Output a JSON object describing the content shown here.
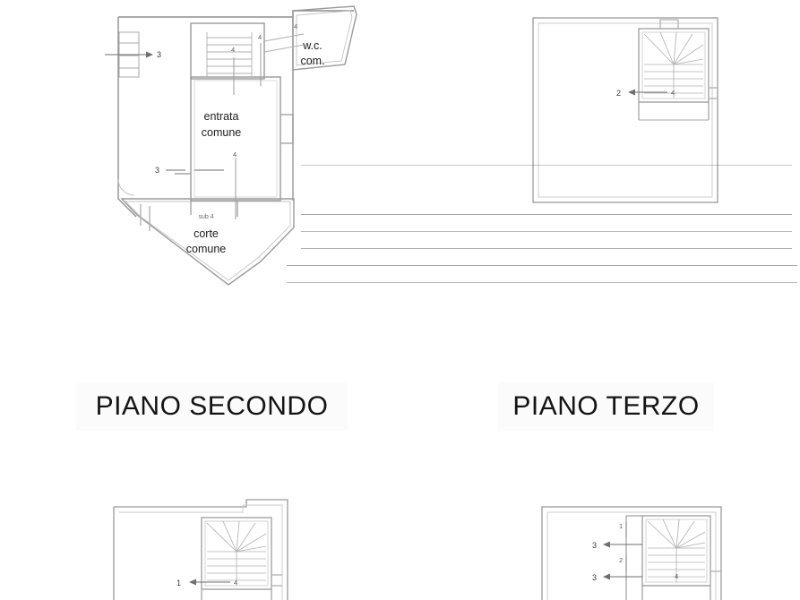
{
  "document": {
    "kind": "architectural-floor-plan-sheet",
    "background_color": "#ffffff",
    "line_color": "#8a8a8a",
    "text_color": "#1d1d1d",
    "label_panel_color": "#fbfbfb"
  },
  "floor_labels": [
    {
      "id": "piano-secondo",
      "text": "PIANO SECONDO"
    },
    {
      "id": "piano-terzo",
      "text": "PIANO TERZO"
    }
  ],
  "plans": {
    "top_left": {
      "name": "piano-primo-plan",
      "rooms": [
        {
          "id": "entrata-comune",
          "line1": "entrata",
          "line2": "comune"
        },
        {
          "id": "corte-comune",
          "sub": "sub 4",
          "line1": "corte",
          "line2": "comune"
        },
        {
          "id": "wc-comune",
          "line1": "w.c.",
          "line2": "com."
        }
      ],
      "markers": [
        {
          "id": "m-stair-left",
          "value": "3"
        },
        {
          "id": "m-stair-top",
          "value": "4"
        },
        {
          "id": "m-corridor",
          "value": "4"
        },
        {
          "id": "m-wc",
          "value": "4"
        },
        {
          "id": "m-entrata-left",
          "value": "3"
        },
        {
          "id": "m-entrata-mid",
          "value": "4"
        }
      ]
    },
    "top_right": {
      "name": "piano-primo-right-plan",
      "markers": [
        {
          "id": "m-stair-arrow",
          "value": "2"
        },
        {
          "id": "m-landing",
          "value": "4"
        }
      ]
    },
    "bottom_left": {
      "name": "piano-secondo-plan",
      "markers": [
        {
          "id": "m-stair-arrow",
          "value": "1"
        },
        {
          "id": "m-landing",
          "value": "4"
        }
      ]
    },
    "bottom_right": {
      "name": "piano-terzo-plan",
      "markers": [
        {
          "id": "m-arrow-upper",
          "value": "3"
        },
        {
          "id": "m-arrow-lower",
          "value": "3"
        },
        {
          "id": "m-vert-upper",
          "value": "1"
        },
        {
          "id": "m-vert-lower",
          "value": "2"
        },
        {
          "id": "m-landing",
          "value": "4"
        }
      ]
    }
  }
}
